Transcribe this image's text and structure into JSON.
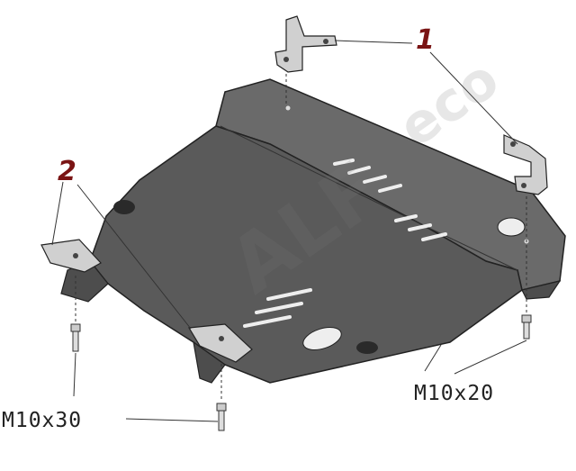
{
  "callouts": {
    "part1": "1",
    "part2": "2"
  },
  "bolts": {
    "m10x20": "M10x20",
    "m10x30": "M10x30"
  },
  "watermark": {
    "main": "ALF",
    "secondary": "eco"
  },
  "colors": {
    "plate": "#5a5a5a",
    "plate_light": "#6b6b6b",
    "bracket": "#d0d0d0",
    "callout_red": "#7a1414"
  }
}
